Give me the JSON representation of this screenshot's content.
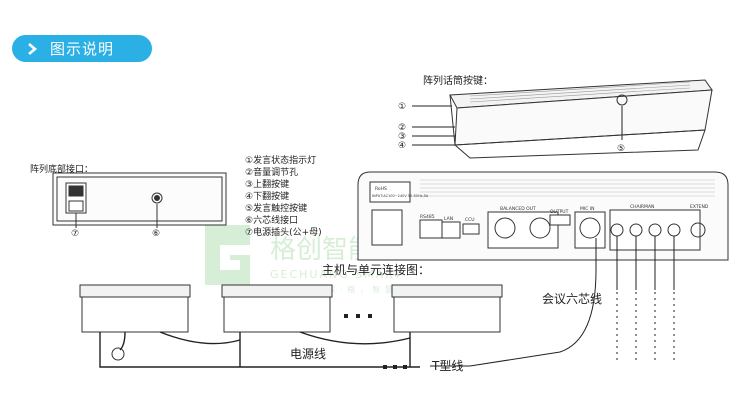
{
  "header": {
    "title": "图示说明"
  },
  "mic_array": {
    "title": "阵列话筒按键："
  },
  "bottom_interface": {
    "title": "阵列底部接口："
  },
  "legend": [
    "①发言状态指示灯",
    "②音量调节孔",
    "③上翻按键",
    "④下翻按键",
    "⑤发言触控按键",
    "⑥六芯线接口",
    "⑦电源插头(公+母)"
  ],
  "callouts": {
    "c1": "①",
    "c2": "②",
    "c3": "③",
    "c4": "④",
    "c5": "⑤",
    "c6": "⑥",
    "c7": "⑦"
  },
  "host": {
    "ports": {
      "balanced_out": "BALANCED OUT",
      "rs485": "RS485",
      "lan": "LAN",
      "output": "OUTPUT",
      "ccu": "CCU",
      "mic_in": "MIC IN",
      "chairman": "CHAIRMAN",
      "extend": "EXTEND"
    },
    "badge_text": "RoHS",
    "spec_text": "INPUT:AC100~240V 50-60Hz,5A"
  },
  "connection": {
    "title": "主机与单元连接图：",
    "power_cable": "电源线",
    "t_cable": "T型线",
    "six_core": "会议六芯线",
    "dots": "▪ ▪ ▪"
  },
  "watermark": {
    "brand": "格创智能",
    "brand_en": "GECHUANG SMART",
    "slogan": "创 致 · 格 ， 智 慧 未 来"
  },
  "colors": {
    "accent": "#2bb0e6",
    "line": "#333333",
    "watermark": "#8ccf8c"
  }
}
